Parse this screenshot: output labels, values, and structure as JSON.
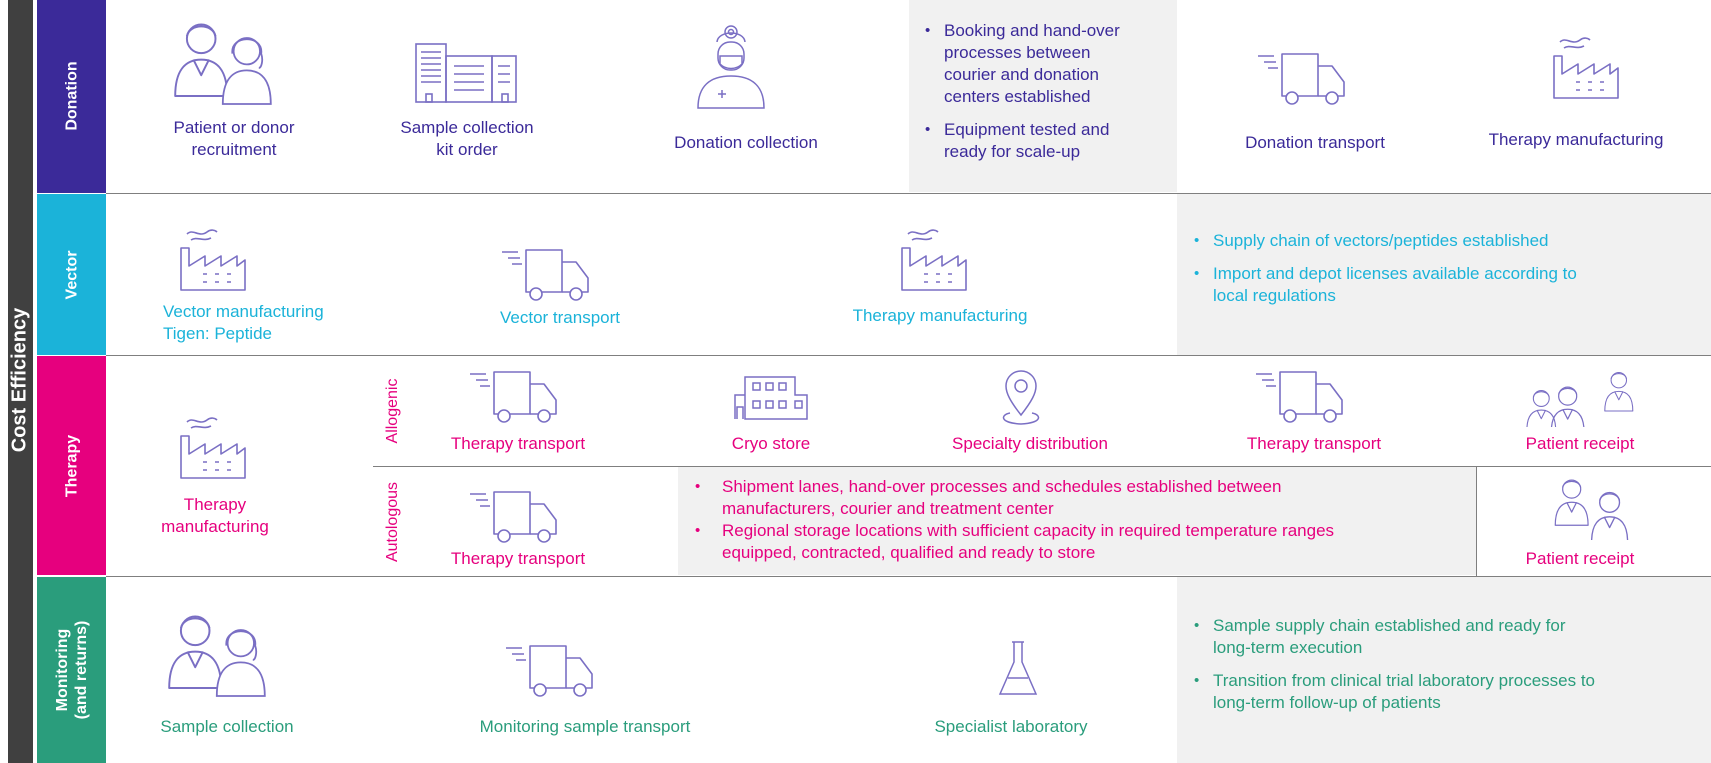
{
  "side_label": "Cost Efficiency",
  "colors": {
    "donation": "#3b2a99",
    "vector": "#1bb3d9",
    "therapy": "#e6007e",
    "monitoring": "#2a9d7c",
    "sidebar": "#404040",
    "highlight": "#f1f1f1",
    "icon": "#7a6fc4"
  },
  "donation": {
    "label": "Donation",
    "steps": [
      "Patient or donor recruitment",
      "Sample collection kit order",
      "Donation collection",
      "Donation transport",
      "Therapy manufacturing"
    ],
    "step_lines": {
      "recruit": [
        "Patient or donor",
        "recruitment"
      ],
      "kit": [
        "Sample collection",
        "kit order"
      ]
    },
    "bullets": [
      "Booking and hand-over processes between courier and donation centers established",
      "Equipment tested and ready for scale-up"
    ],
    "bullet_lines": {
      "b1": [
        "Booking and hand-over",
        "processes between",
        "courier and donation",
        "centers established"
      ],
      "b2": [
        "Equipment tested and",
        "ready for scale-up"
      ]
    }
  },
  "vector": {
    "label": "Vector",
    "steps": [
      "Vector manufacturing",
      "Tigen: Peptide",
      "Vector transport",
      "Therapy manufacturing"
    ],
    "bullets": [
      "Supply chain of vectors/peptides established",
      "Import and depot licenses available according to local regulations"
    ],
    "bullet_lines": {
      "b2": [
        "Import and depot licenses available according to",
        "local regulations"
      ]
    }
  },
  "therapy": {
    "label": "Therapy",
    "manufacturing_lines": [
      "Therapy",
      "manufacturing"
    ],
    "allogenic": {
      "label": "Allogenic",
      "steps": [
        "Therapy transport",
        "Cryo store",
        "Specialty distribution",
        "Therapy transport",
        "Patient receipt"
      ]
    },
    "autologous": {
      "label": "Autologous",
      "steps": [
        "Therapy transport",
        "Patient receipt"
      ],
      "bullets": [
        "Shipment lanes, hand-over processes and schedules established between manufacturers, courier and treatment center",
        "Regional storage locations with sufficient capacity in required temperature ranges equipped, contracted, qualified and ready to store"
      ],
      "bullet_lines": {
        "b1": [
          "Shipment lanes, hand-over processes and schedules established between",
          "manufacturers, courier and treatment center"
        ],
        "b2": [
          "Regional storage locations with sufficient capacity in required temperature ranges",
          "equipped, contracted, qualified and ready to store"
        ]
      }
    }
  },
  "monitoring": {
    "label_lines": [
      "Monitoring",
      "(and returns)"
    ],
    "steps": [
      "Sample collection",
      "Monitoring sample transport",
      "Specialist laboratory"
    ],
    "bullets": [
      "Sample supply chain established and ready for long-term execution",
      "Transition from clinical trial laboratory processes to long-term follow-up of patients"
    ],
    "bullet_lines": {
      "b1": [
        "Sample supply chain established and ready for",
        "long-term execution"
      ],
      "b2": [
        "Transition from clinical trial laboratory processes to",
        "long-term follow-up of patients"
      ]
    }
  },
  "icons": [
    "people-icon",
    "kit-icon",
    "surgeon-icon",
    "truck-icon",
    "factory-icon",
    "warehouse-icon",
    "location-pin-icon",
    "flask-icon"
  ]
}
